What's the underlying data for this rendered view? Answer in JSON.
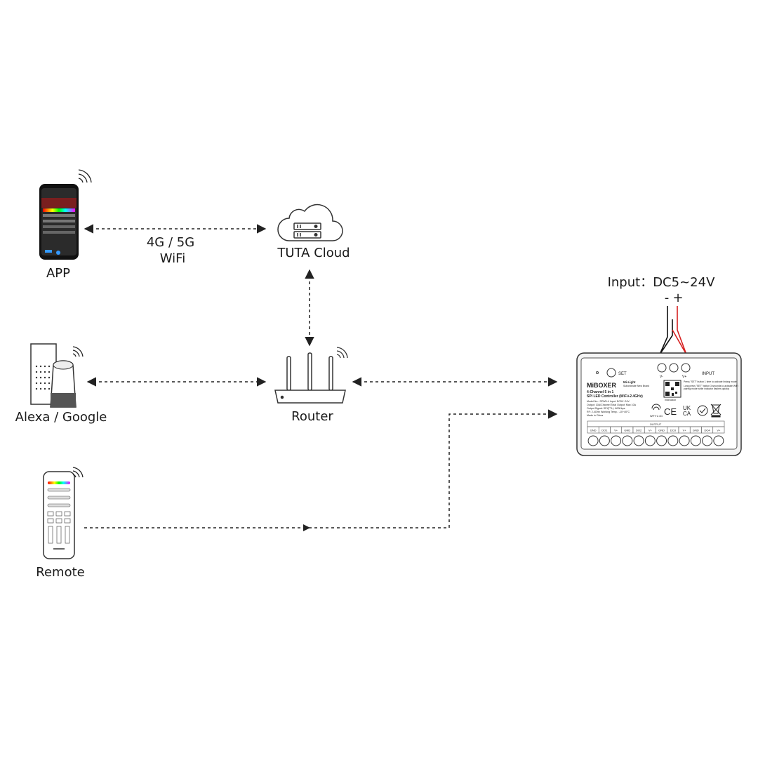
{
  "nodes": {
    "app": "APP",
    "cloud": "TUTA Cloud",
    "alexa": "Alexa / Google",
    "router": "Router",
    "remote": "Remote"
  },
  "links": {
    "app_cloud_line1": "4G / 5G",
    "app_cloud_line2": "WiFi"
  },
  "power": {
    "label": "Input：DC5~24V",
    "minus": "-",
    "plus": "+"
  },
  "controller": {
    "brand": "MiBOXER",
    "sub_brand": "Mi-Light",
    "sub_brand_tag": "Subordinate New Brand",
    "title1": "4-Channel 5 in 1",
    "title2": "SPI LED Controller (WiFi+2.4GHz)",
    "specs": [
      "Model No.: SPW5-4   Input: DC5V~24V",
      "Output: 10A/Channel   Total Output: Max 10A",
      "Output Signal: SPI(TTL): 800Kbps",
      "RF: 2.4GHz  Working Temp.: -10~40°C",
      "Made in China"
    ],
    "set": "SET",
    "input": "INPUT",
    "v_minus": "V-",
    "v_plus": "V+",
    "instruction": "Instruction",
    "note1": "Press \"SET\" button 1 time to activate linking mode",
    "note2": "Long press \"SET\" button 3 seconds to activate WiFi pairing mode while indicator flashes quickly",
    "wifi": "WiFi+2.4G",
    "ce": "CE",
    "ukca1": "UK",
    "ukca2": "CA",
    "output": "OUTPUT",
    "terminals": [
      "GND",
      "DO1",
      "V+",
      "GND",
      "DO2",
      "V+",
      "GND",
      "DO3",
      "V+",
      "GND",
      "DO4",
      "V+"
    ]
  },
  "colors": {
    "line": "#222222",
    "wire_red": "#d62020"
  }
}
